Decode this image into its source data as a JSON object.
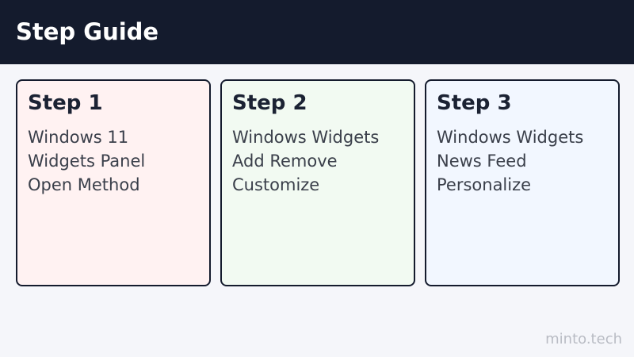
{
  "header": {
    "title": "Step Guide"
  },
  "steps": [
    {
      "title": "Step 1",
      "lines": [
        "Windows 11",
        "Widgets Panel",
        "Open Method"
      ],
      "background": "#fff2f2"
    },
    {
      "title": "Step 2",
      "lines": [
        "Windows Widgets",
        "Add Remove",
        "Customize"
      ],
      "background": "#f2faf2"
    },
    {
      "title": "Step 3",
      "lines": [
        "Windows Widgets",
        "News Feed",
        "Personalize"
      ],
      "background": "#f2f7ff"
    }
  ],
  "watermark": "minto.tech",
  "colors": {
    "header_background": "#141b2d",
    "page_background": "#f5f6fa",
    "card_border": "#141b2d"
  }
}
